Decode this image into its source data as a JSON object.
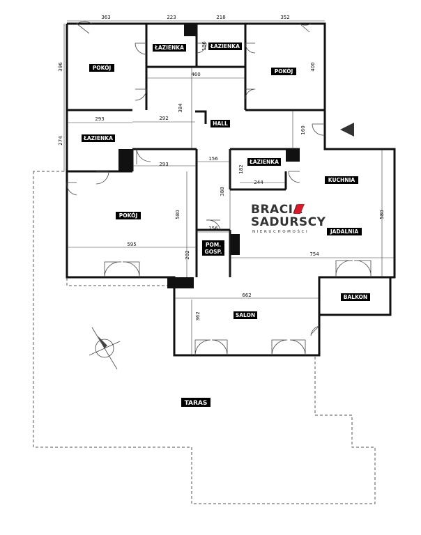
{
  "rooms": {
    "pokoj_1": "POKÓJ",
    "lazienka_1": "ŁAZIENKA",
    "lazienka_2": "ŁAZIENKA",
    "pokoj_2": "POKÓJ",
    "hall": "HALL",
    "lazienka_3": "ŁAZIENKA",
    "lazienka_4": "ŁAZIENKA",
    "kuchnia": "KUCHNIA",
    "pokoj_3": "POKÓJ",
    "jadalnia": "JADALNIA",
    "pom_gosp_line1": "POM.",
    "pom_gosp_line2": "GOSP.",
    "balkon": "BALKON",
    "salon": "SALON",
    "taras": "TARAS"
  },
  "dimensions": {
    "top_363": "363",
    "top_223": "223",
    "top_218": "218",
    "top_352": "352",
    "left_396": "396",
    "v_186": "186",
    "v_400": "400",
    "h_460": "460",
    "v_384": "384",
    "h_292": "292",
    "v_160": "160",
    "h_293a": "293",
    "left_274": "274",
    "h_293b": "293",
    "h_156a": "156",
    "v_182": "182",
    "h_244": "244",
    "v_388": "388",
    "v_580a": "580",
    "v_580b": "580",
    "h_156b": "156",
    "h_595": "595",
    "v_202": "202",
    "h_754": "754",
    "h_662": "662",
    "v_362": "362"
  },
  "brand": {
    "line1": "BRACIA",
    "line2": "SADURSCY",
    "tagline": "NIERUCHOMOŚCI",
    "accent_color": "#d7192a"
  }
}
